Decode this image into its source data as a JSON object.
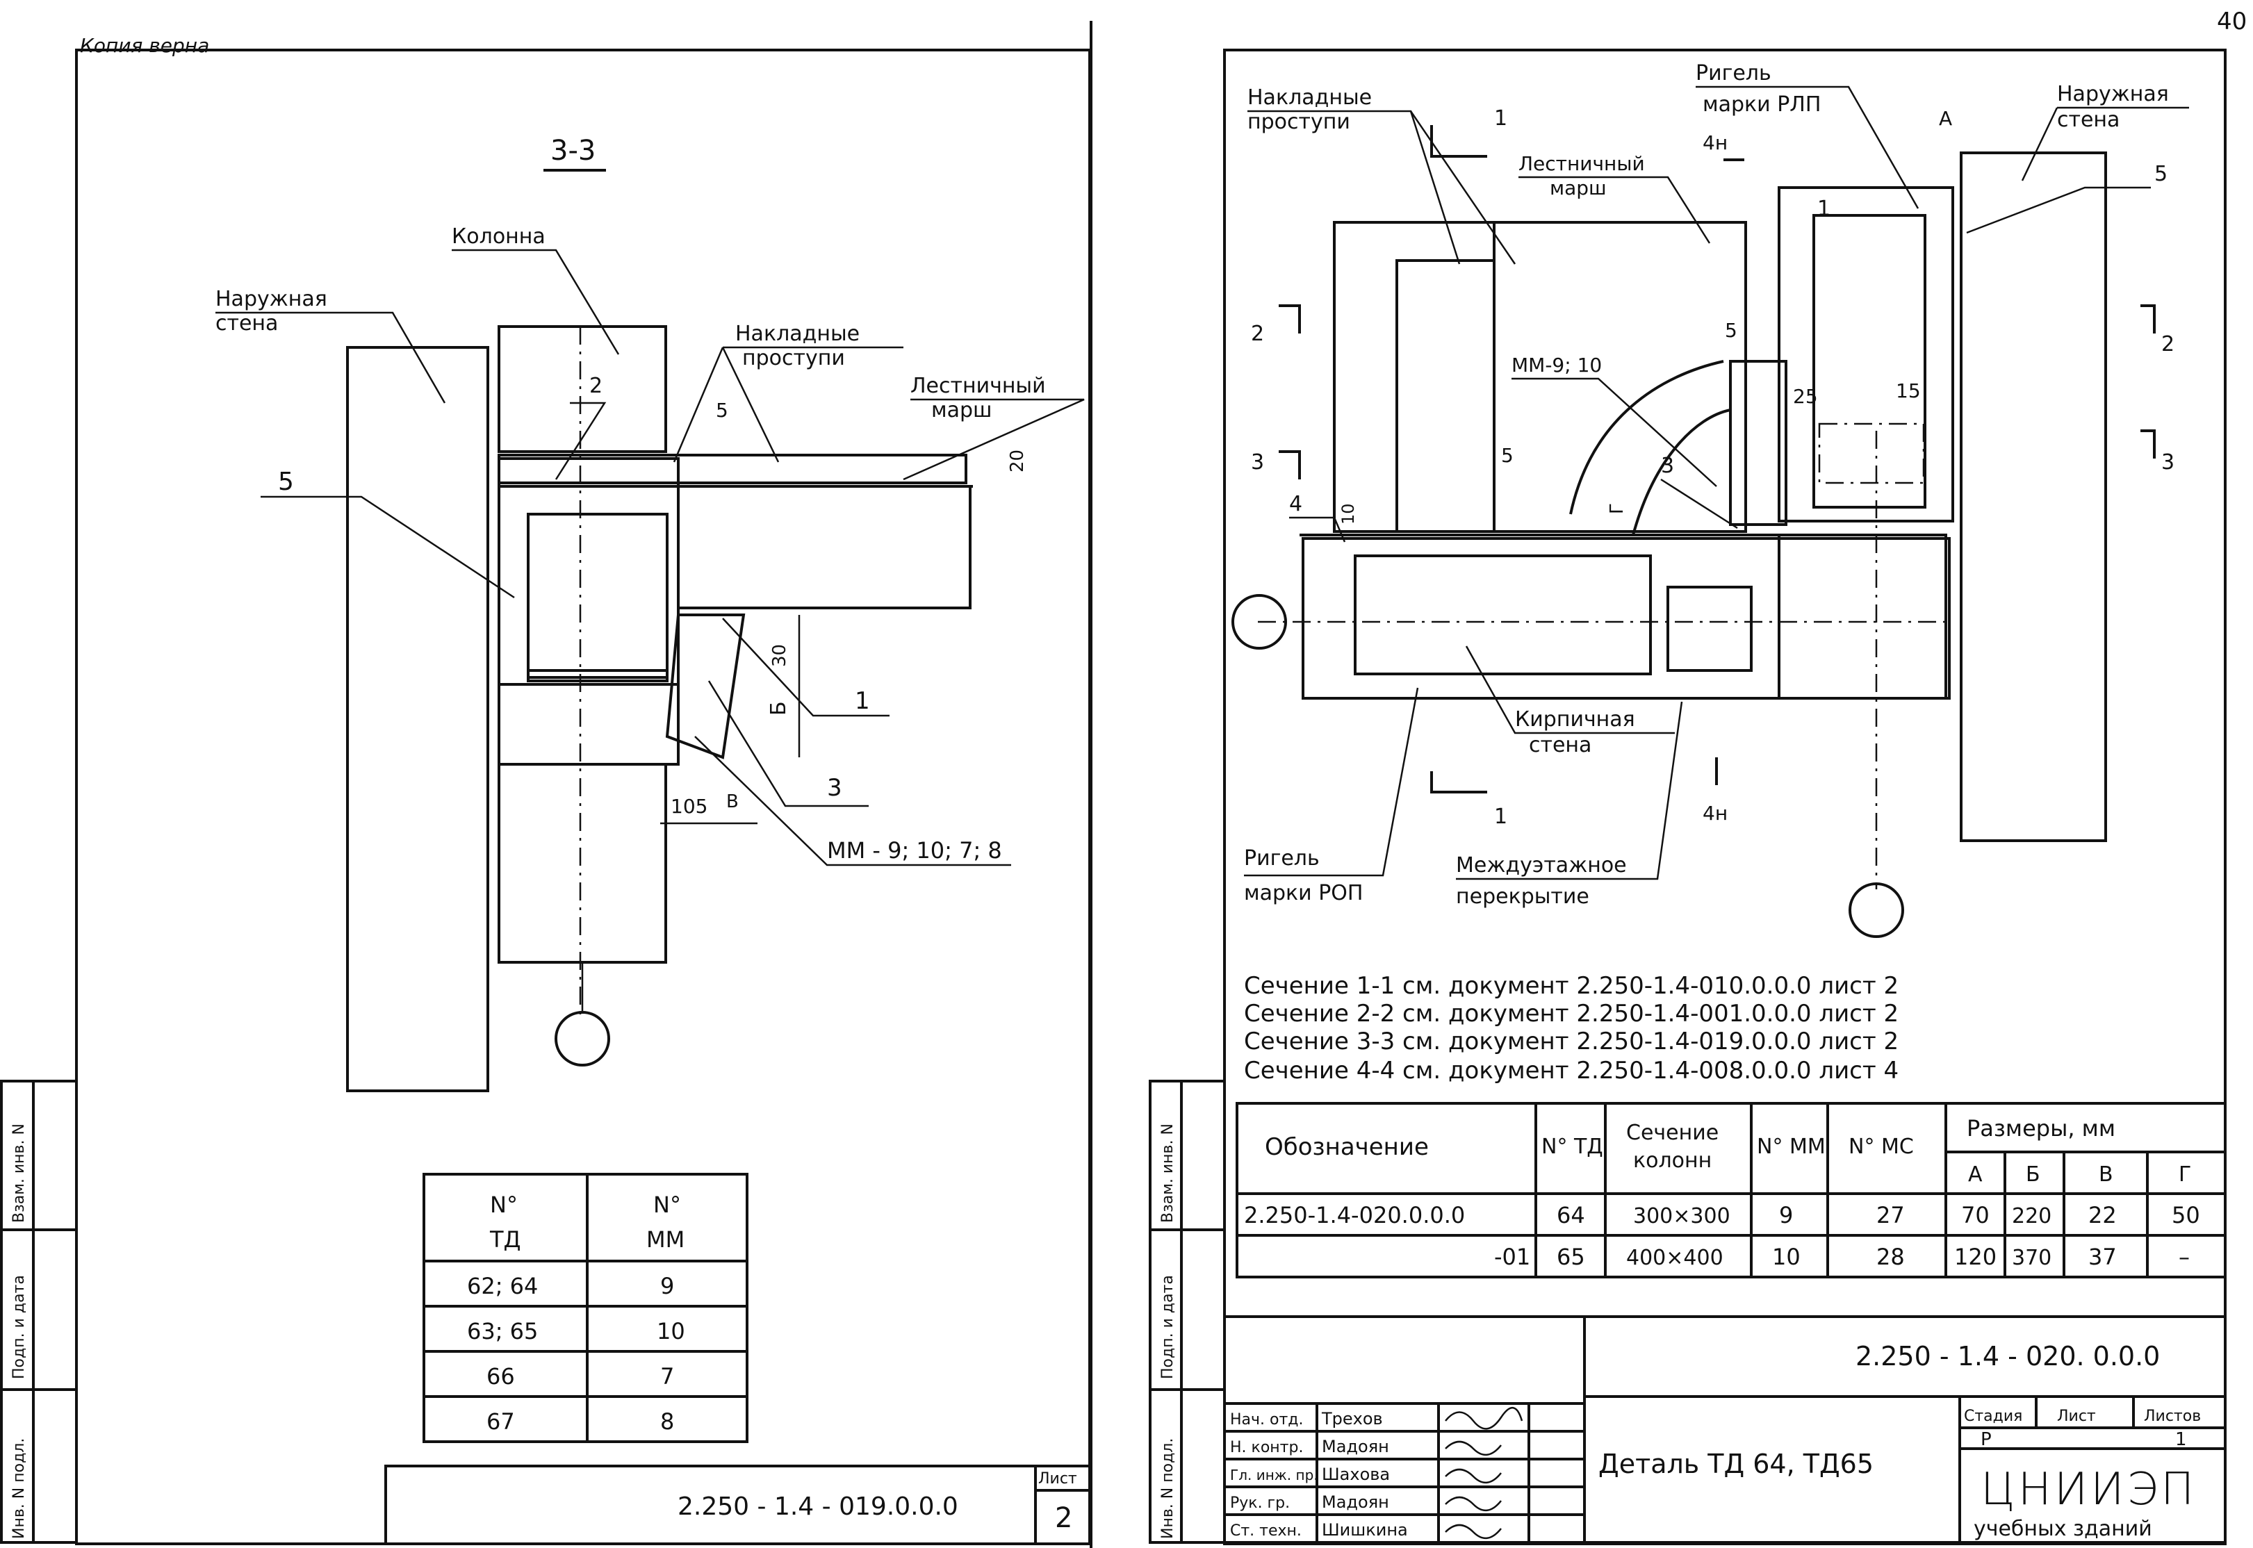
{
  "corner_note": "Копия верна",
  "page_number": "40",
  "left_sheet": {
    "section_title": "3-3",
    "labels": {
      "column": "Колонна",
      "outer_wall_1": "Наружная",
      "outer_wall_2": "стена",
      "overlay_treads_1": "Накладные",
      "overlay_treads_2": "проступи",
      "stair_flight_1": "Лестничный",
      "stair_flight_2": "марш",
      "mm": "ММ - 9; 10; 7; 8",
      "callout_5": "5",
      "callout_2": "2",
      "callout_1": "1",
      "callout_3": "3",
      "dim_5": "5",
      "dim_20": "20",
      "dim_30": "30",
      "dim_B": "Б",
      "dim_105": "105",
      "dim_V": "В"
    },
    "table": {
      "headers": [
        [
          "N°",
          "ТД"
        ],
        [
          "N°",
          "ММ"
        ]
      ],
      "rows": [
        [
          "62; 64",
          "9"
        ],
        [
          "63; 65",
          "10"
        ],
        [
          "66",
          "7"
        ],
        [
          "67",
          "8"
        ]
      ]
    },
    "stamp_code": "2.250 - 1.4 - 019.0.0.0",
    "sheet_label": "Лист",
    "sheet_num": "2",
    "side_strip": [
      "Инв. N подл.",
      "Подп. и дата",
      "Взам. инв. N"
    ]
  },
  "right_sheet": {
    "labels": {
      "overlay_treads_1": "Накладные",
      "overlay_treads_2": "проступи",
      "rigel_top_1": "Ригель",
      "rigel_top_2": "марки РЛП",
      "stair_flight_1": "Лестничный",
      "stair_flight_2": "марш",
      "outer_wall_1": "Наружная",
      "outer_wall_2": "стена",
      "brick_wall_1": "Кирпичная",
      "brick_wall_2": "стена",
      "rigel_bottom_1": "Ригель",
      "rigel_bottom_2": "марки РОП",
      "floor_slab_1": "Междуэтажное",
      "floor_slab_2": "перекрытие",
      "mm": "ММ-9; 10",
      "A": "А",
      "G": "Г",
      "c1_top": "1",
      "c1_bot": "1",
      "c2_left": "2",
      "c2_right": "2",
      "c3_left": "3",
      "c3_right": "3",
      "c4_top": "4н",
      "c4_bot": "4н",
      "n1": "1",
      "n3": "3",
      "n4": "4",
      "n5a": "5",
      "n5b": "5",
      "n5c": "5",
      "d10": "10",
      "d25": "25",
      "d15": "15"
    },
    "section_refs": [
      "Сечение  1-1  см. документ  2.250-1.4-010.0.0.0 лист 2",
      "Сечение  2-2  см. документ  2.250-1.4-001.0.0.0 лист 2",
      "Сечение  3-3  см. документ  2.250-1.4-019.0.0.0 лист 2",
      "Сечение  4-4  см. документ  2.250-1.4-008.0.0.0 лист 4"
    ],
    "spec": {
      "col_designation": "Обозначение",
      "col_td": "N° ТД",
      "col_section_1": "Сечение",
      "col_section_2": "колонн",
      "col_mm": "N° ММ",
      "col_ms": "N° МС",
      "col_dims": "Размеры, мм",
      "dim_heads": [
        "А",
        "Б",
        "В",
        "Г"
      ],
      "rows": [
        [
          "2.250-1.4-020.0.0.0",
          "64",
          "300×300",
          "9",
          "27",
          "70",
          "220",
          "22",
          "50"
        ],
        [
          "-01",
          "65",
          "400×400",
          "10",
          "28",
          "120",
          "370",
          "37",
          "–"
        ]
      ]
    },
    "title_block": {
      "code": "2.250 - 1.4 - 020. 0.0.0",
      "people": [
        [
          "Нач. отд.",
          "Трехов"
        ],
        [
          "Н. контр.",
          "Мадоян"
        ],
        [
          "Гл. инж. пр.",
          "Шахова"
        ],
        [
          "Рук. гр.",
          "Мадоян"
        ],
        [
          "Ст. техн.",
          "Шишкина"
        ]
      ],
      "title": "Деталь ТД 64, ТД65",
      "stage_label": "Стадия",
      "sheet_label": "Лист",
      "sheets_label": "Листов",
      "stage": "Р",
      "sheets": "1",
      "org_1": "ЦНИИЭП",
      "org_2": "учебных зданий"
    },
    "side_strip": [
      "Инв. N подл.",
      "Подп. и дата",
      "Взам. инв. N"
    ]
  }
}
